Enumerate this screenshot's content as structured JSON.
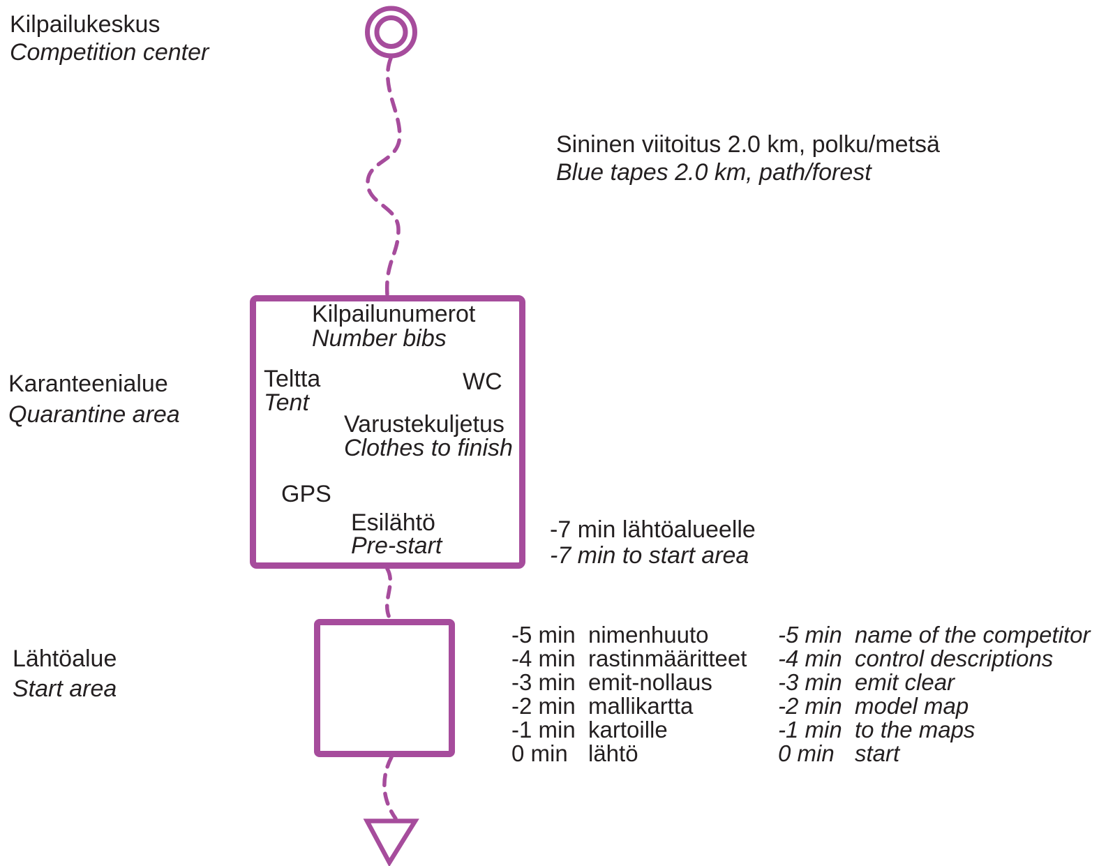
{
  "colors": {
    "course": "#a64c9c",
    "ink": "#231f20"
  },
  "competition_center": {
    "fi": "Kilpailukeskus",
    "en": "Competition center"
  },
  "route_note": {
    "fi": "Sininen viitoitus 2.0 km, polku/metsä",
    "en": "Blue tapes 2.0 km, path/forest"
  },
  "quarantine": {
    "label_fi": "Karanteenialue",
    "label_en": "Quarantine area",
    "number_bibs_fi": "Kilpailunumerot",
    "number_bibs_en": "Number bibs",
    "tent_fi": "Teltta",
    "tent_en": "Tent",
    "wc": "WC",
    "clothes_fi": "Varustekuljetus",
    "clothes_en": "Clothes to finish",
    "gps": "GPS",
    "prestart_fi": "Esilähtö",
    "prestart_en": "Pre-start"
  },
  "prestart_note": {
    "fi": "-7 min lähtöalueelle",
    "en": "-7 min to start area"
  },
  "start_area": {
    "label_fi": "Lähtöalue",
    "label_en": "Start area"
  },
  "start_schedule_fi": {
    "rows": [
      {
        "time": "-5 min",
        "event": "nimenhuuto"
      },
      {
        "time": "-4 min",
        "event": "rastinmääritteet"
      },
      {
        "time": "-3 min",
        "event": "emit-nollaus"
      },
      {
        "time": "-2 min",
        "event": "mallikartta"
      },
      {
        "time": "-1 min",
        "event": "kartoille"
      },
      {
        "time": "0 min",
        "event": "lähtö"
      }
    ]
  },
  "start_schedule_en": {
    "rows": [
      {
        "time": "-5 min",
        "event": "name of the competitor"
      },
      {
        "time": "-4 min",
        "event": "control descriptions"
      },
      {
        "time": "-3 min",
        "event": "emit clear"
      },
      {
        "time": "-2 min",
        "event": "model map"
      },
      {
        "time": "-1 min",
        "event": "to the maps"
      },
      {
        "time": "0 min",
        "event": "start"
      }
    ]
  },
  "symbols": {
    "control_circle": "competition-center-circle",
    "route_line": "dashed-taped-route",
    "quarantine_box": "quarantine-area-box",
    "start_box": "start-area-box",
    "start_triangle": "start-triangle"
  }
}
